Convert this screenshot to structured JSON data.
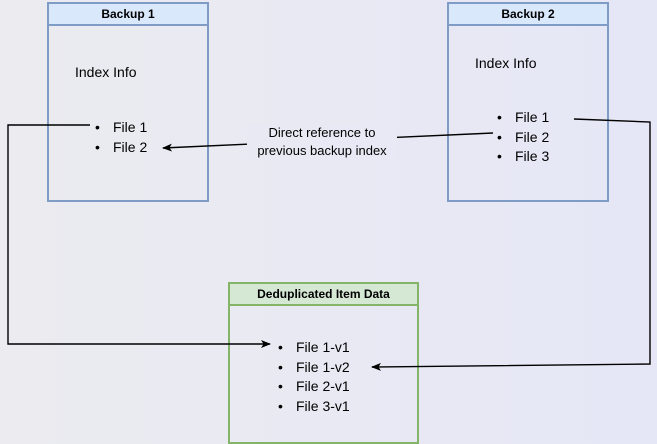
{
  "backup1": {
    "title": "Backup 1",
    "index_label": "Index Info",
    "files": [
      "File 1",
      "File 2"
    ]
  },
  "backup2": {
    "title": "Backup 2",
    "index_label": "Index Info",
    "files": [
      "File 1",
      "File 2",
      "File 3"
    ]
  },
  "dedup": {
    "title": "Deduplicated Item Data",
    "items": [
      "File 1-v1",
      "File 1-v2",
      "File 2-v1",
      "File 3-v1"
    ]
  },
  "edge_label": {
    "line1": "Direct reference to",
    "line2": "previous backup index"
  },
  "bullet": "•",
  "colors": {
    "blue_border": "#7f9cc6",
    "blue_fill": "#dae8fc",
    "green_border": "#83b467",
    "green_fill": "#d5e8d4"
  }
}
